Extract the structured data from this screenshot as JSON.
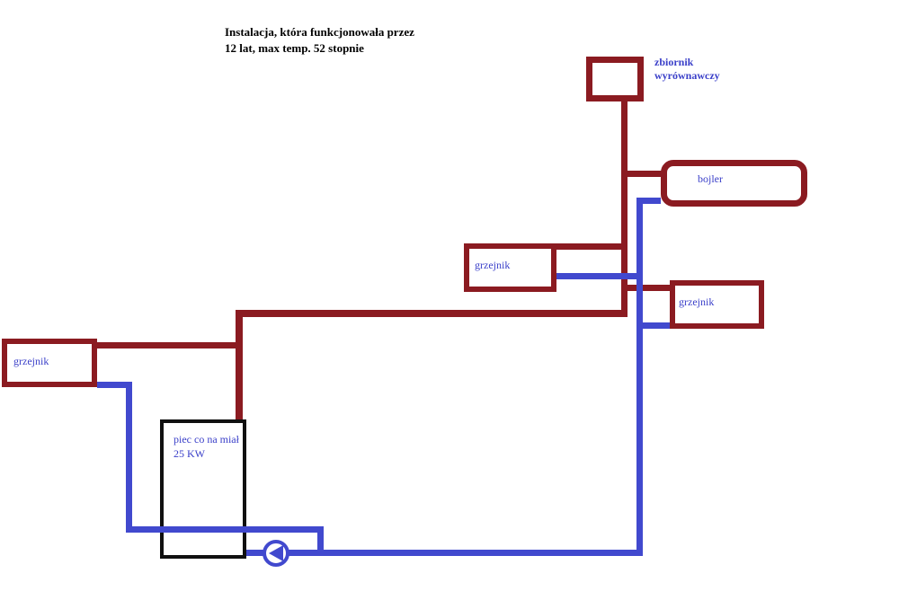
{
  "title": {
    "line1": "Instalacja, która funkcjonowała przez",
    "line2": "12 lat, max temp. 52 stopnie"
  },
  "colors": {
    "pipe-red": "#8B1B21",
    "pipe-blue": "#4149CE",
    "label-blue": "#3B40C9",
    "furnace-black": "#101010",
    "title-black": "#000000",
    "background": "#FFFFFF"
  },
  "components": {
    "expansion_tank": {
      "label_line1": "zbiornik",
      "label_line2": "wyrównawczy"
    },
    "boiler": {
      "label": "bojler"
    },
    "radiator_middle": {
      "label": "grzejnik"
    },
    "radiator_right": {
      "label": "grzejnik"
    },
    "radiator_left": {
      "label": "grzejnik"
    },
    "furnace": {
      "label_line1": "piec co na miał",
      "label_line2": "25 KW"
    },
    "pump": {
      "icon": "pump-icon"
    }
  }
}
